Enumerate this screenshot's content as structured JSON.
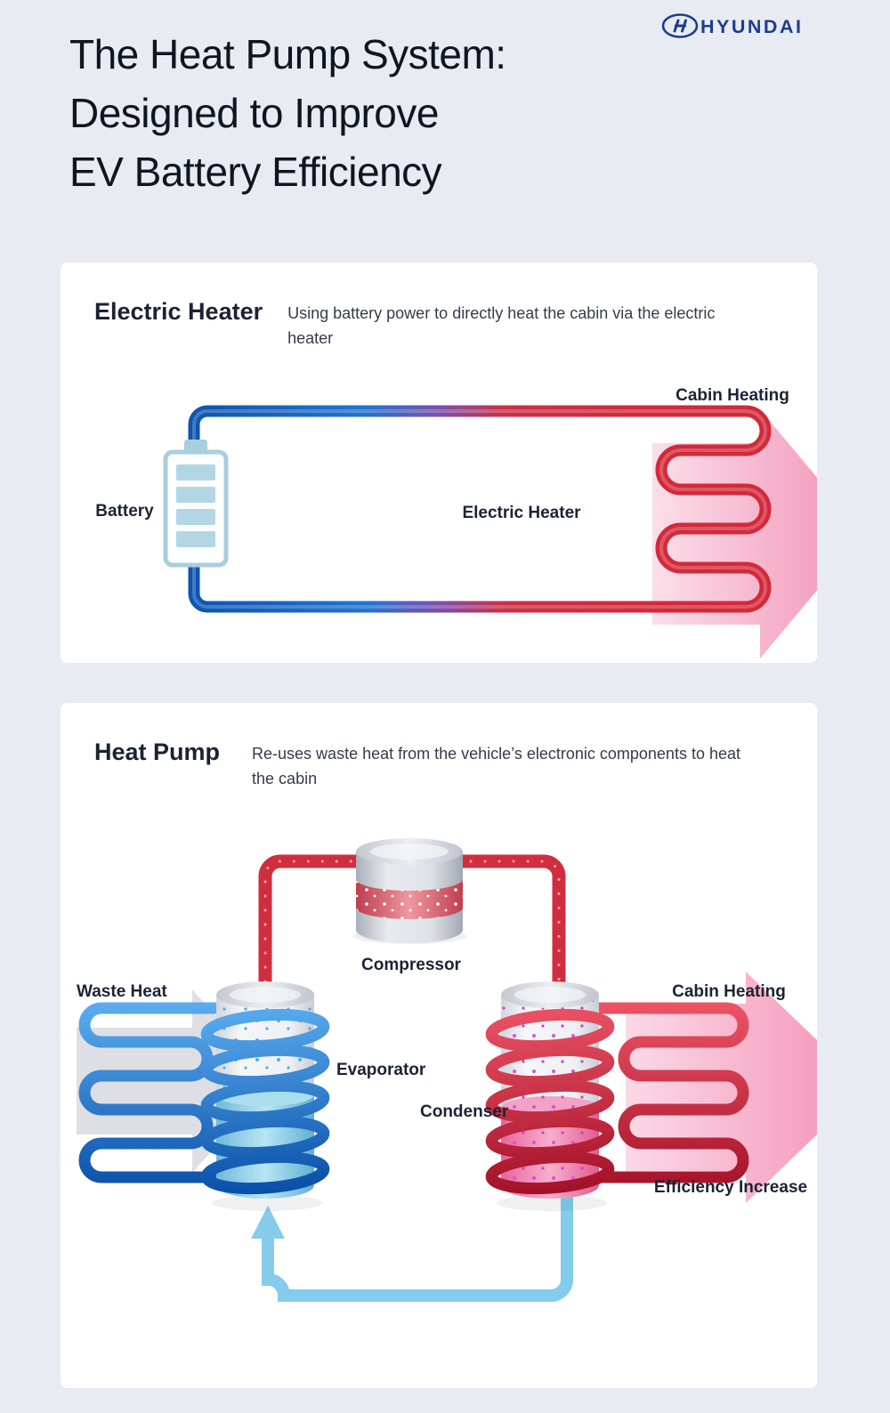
{
  "brand": {
    "name": "HYUNDAI"
  },
  "title": {
    "line1": "The Heat Pump System:",
    "line2": "Designed to Improve",
    "line3": "EV Battery Efficiency"
  },
  "electric_heater": {
    "heading": "Electric Heater",
    "description": "Using battery power to directly heat the cabin via the electric heater",
    "labels": {
      "battery": "Battery",
      "electric_heater": "Electric Heater",
      "cabin_heating": "Cabin Heating"
    }
  },
  "heat_pump": {
    "heading": "Heat Pump",
    "description": "Re-uses waste heat from the vehicle’s electronic components to heat the cabin",
    "labels": {
      "waste_heat": "Waste Heat",
      "compressor": "Compressor",
      "evaporator": "Evaporator",
      "condenser": "Condenser",
      "cabin_heating": "Cabin Heating",
      "efficiency_increase": "Efficiency Increase"
    }
  },
  "colors": {
    "brand_blue": "#1c3e8f",
    "pipe_blue": "#0b53ad",
    "pipe_red": "#d02e3e",
    "coolant_blue": "#85ccec",
    "arrow_pink": "#f391b5",
    "background": "#e9ebf2"
  }
}
